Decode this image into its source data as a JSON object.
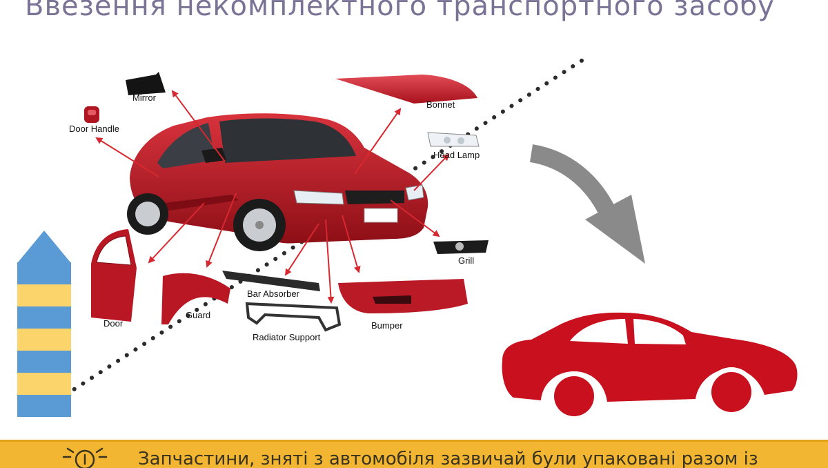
{
  "title": "Ввезення некомплектного транспортного засобу",
  "parts": {
    "mirror": "Mirror",
    "door_handle": "Door Handle",
    "bonnet": "Bonnet",
    "head_lamp": "Head Lamp",
    "grill": "Grill",
    "bar_absorber": "Bar Absorber",
    "bumper": "Bumper",
    "radiator_support": "Radiator Support",
    "guard": "Guard",
    "door": "Door"
  },
  "banner": {
    "text": "Запчастини, зняті з автомобіля зазвичай були упаковані разом із",
    "icon": "lightbulb-icon"
  },
  "colors": {
    "car_red": "#c8101e",
    "arrow_red": "#d7282f",
    "curved_arrow": "#8a8a8a",
    "stripe_blue": "#5b9bd5",
    "stripe_yellow": "#fbd46b",
    "banner_bg": "#f2b632"
  }
}
